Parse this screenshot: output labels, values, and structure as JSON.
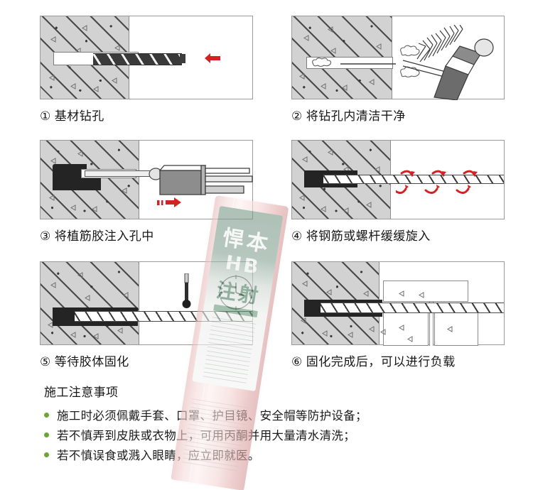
{
  "page": {
    "title": "植筋胶施工步骤图解",
    "background_color": "#ffffff",
    "accent_red": "#d42222",
    "bullet_green": "#6aa631",
    "concrete_gray": "#d2d2d2",
    "glue_black": "#242424"
  },
  "steps": [
    {
      "num": "①",
      "label": "基材钻孔",
      "icon": "drill-bit-icon",
      "arrow": "arrow-left-red",
      "description_visual": "钻头钻入混凝土基材，红色箭头指向左"
    },
    {
      "num": "②",
      "label": "将钻孔内清洁干净",
      "icon": "air-blower-icon",
      "description_visual": "吹气球清洁钻孔内粉尘"
    },
    {
      "num": "③",
      "label": "将植筋胶注入孔中",
      "icon": "caulking-gun-icon",
      "arrow": "arrow-right-red",
      "description_visual": "胶枪将植筋胶注入钻孔"
    },
    {
      "num": "④",
      "label": "将钢筋或螺杆缓缓旋入",
      "icon": "threaded-rod-icon",
      "arrow": "rotation-arrows-red",
      "description_visual": "螺杆旋转插入，红色旋转箭头"
    },
    {
      "num": "⑤",
      "label": "等待胶体固化",
      "icon": "thermometer-clock-icon",
      "description_visual": "温度计与时钟表示固化等待"
    },
    {
      "num": "⑥",
      "label": "固化完成后，可以进行负载",
      "icon": "load-blocks-icon",
      "description_visual": "固化后连接构件可承受负载"
    }
  ],
  "notes": {
    "title": "施工注意事项",
    "items": [
      "施工时必须佩戴手套、口罩、护目镜、安全帽等防护设备；",
      "若不慎弄到皮肤或衣物上，可用丙酮并用大量清水清洗；",
      "若不慎误食或溅入眼睛，应立即就医。"
    ]
  },
  "product_tube": {
    "brand": "悍本",
    "brand_en": "HB",
    "product_name": "注射",
    "overlay": true
  }
}
